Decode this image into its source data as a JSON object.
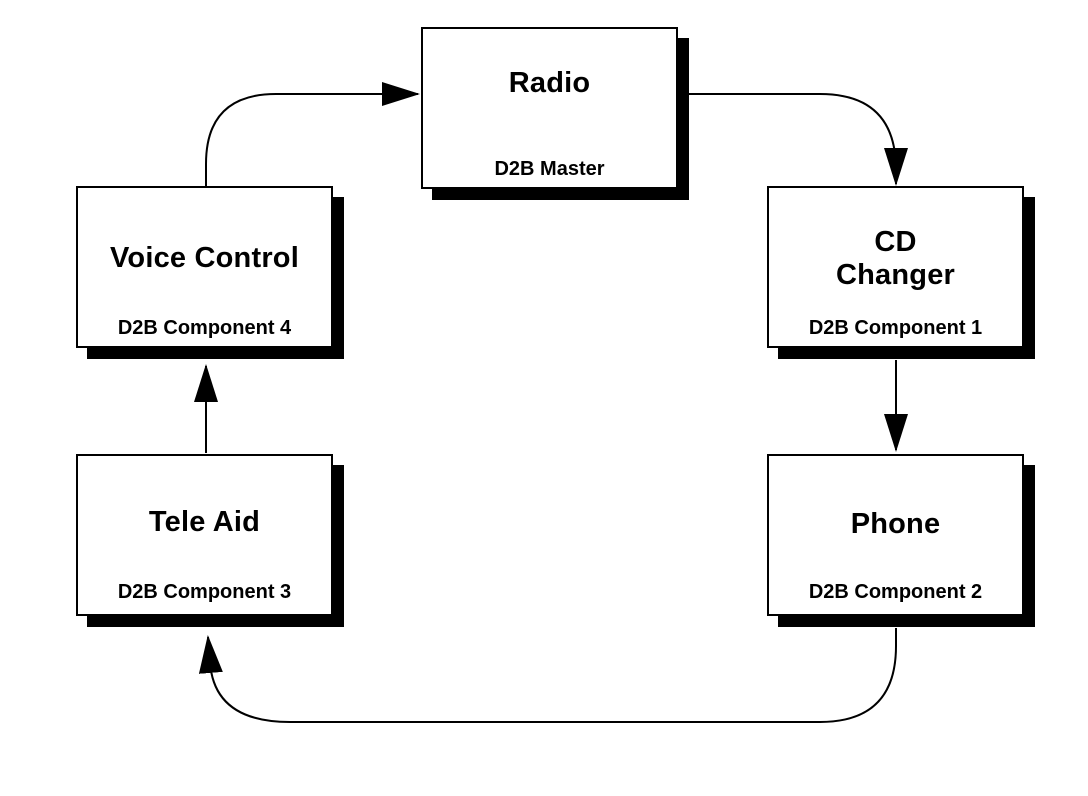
{
  "nodes": {
    "radio": {
      "name": "Radio",
      "role": "D2B Master"
    },
    "cd_changer": {
      "name": "CD\nChanger",
      "role": "D2B Component 1"
    },
    "phone": {
      "name": "Phone",
      "role": "D2B Component 2"
    },
    "tele_aid": {
      "name": "Tele Aid",
      "role": "D2B Component 3"
    },
    "voice_control": {
      "name": "Voice Control",
      "role": "D2B Component 4"
    }
  },
  "links": [
    {
      "from": "radio",
      "to": "cd_changer"
    },
    {
      "from": "cd_changer",
      "to": "phone"
    },
    {
      "from": "phone",
      "to": "tele_aid"
    },
    {
      "from": "tele_aid",
      "to": "voice_control"
    },
    {
      "from": "voice_control",
      "to": "radio"
    }
  ],
  "colors": {
    "line": "#000000",
    "background": "#ffffff"
  }
}
